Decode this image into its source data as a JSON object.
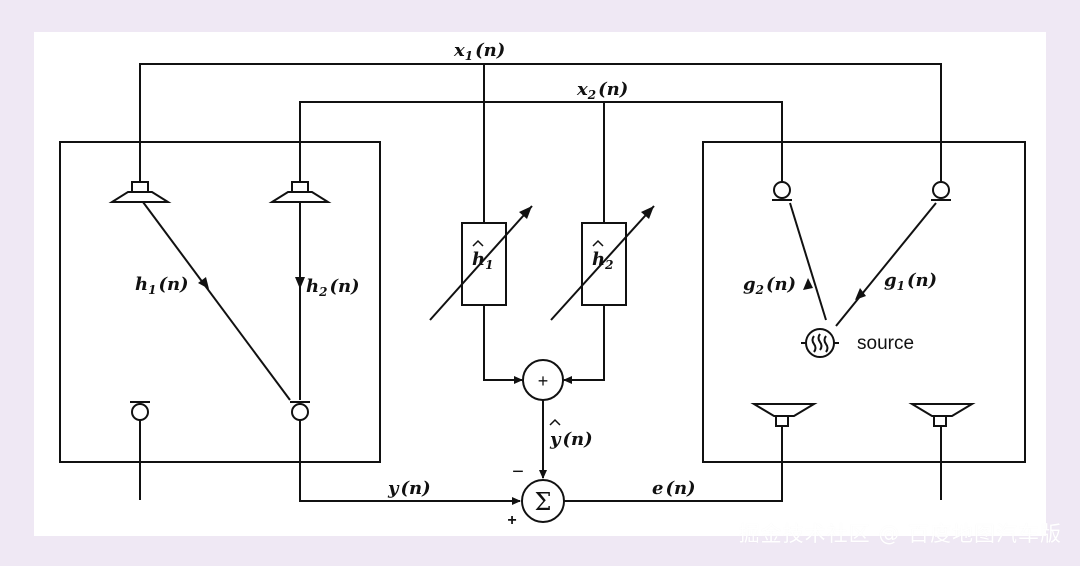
{
  "diagram": {
    "signals": {
      "x1": "x",
      "x1_sub": "1",
      "x1_arg": "(n)",
      "x2": "x",
      "x2_sub": "2",
      "x2_arg": "(n)",
      "h1": "h",
      "h1_sub": "1",
      "h1_arg": "(n)",
      "h2": "h",
      "h2_sub": "2",
      "h2_arg": "(n)",
      "g1": "g",
      "g1_sub": "1",
      "g1_arg": "(n)",
      "g2": "g",
      "g2_sub": "2",
      "g2_arg": "(n)",
      "filter1": "h",
      "filter1_sub": "1",
      "filter2": "h",
      "filter2_sub": "2",
      "yhat": "y",
      "yhat_arg": "(n)",
      "y": "y",
      "y_arg": "(n)",
      "e": "e",
      "e_arg": "(n)"
    },
    "source_label": "source",
    "adder_symbol": "+",
    "sum_symbol": "Σ",
    "minus_sign": "−",
    "plus_sign": "+"
  },
  "watermark": "掘金技术社区 @ 百度地图汽车版",
  "colors": {
    "background": "#efe8f4",
    "panel": "#ffffff",
    "ink": "#111111"
  }
}
